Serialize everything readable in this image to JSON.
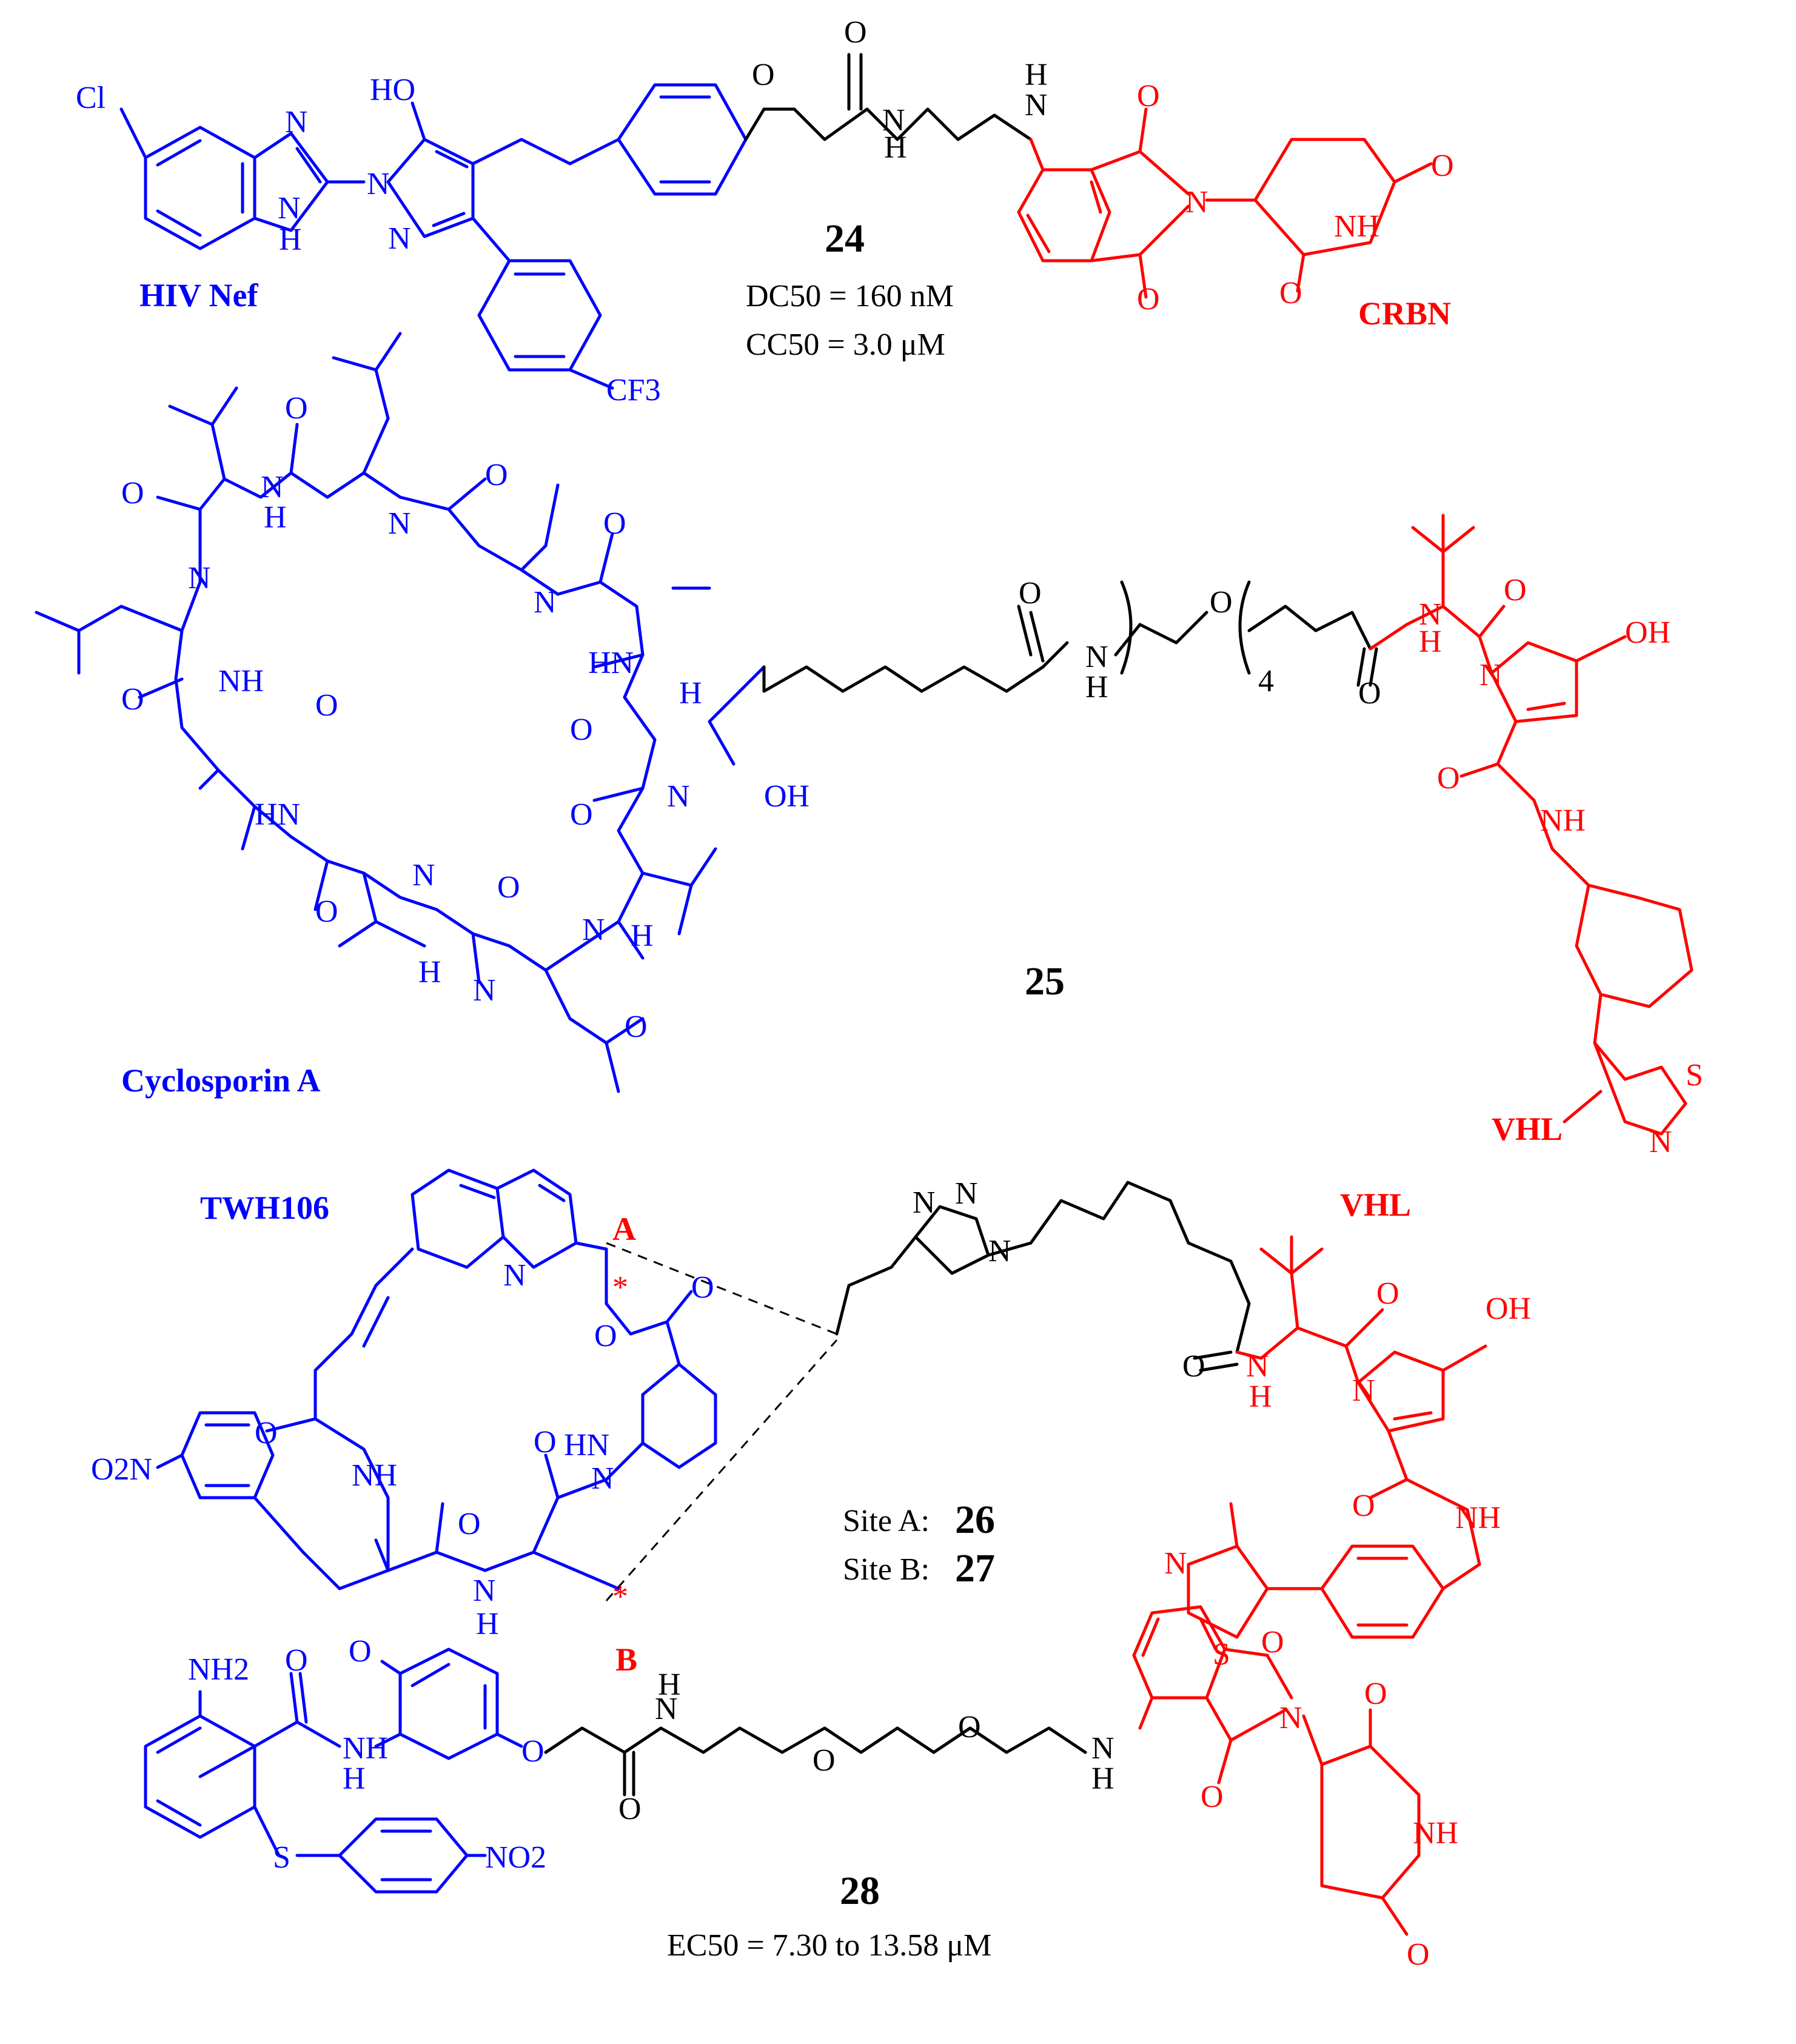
{
  "colors": {
    "target_ligand": "#0000ff",
    "e3_ligand": "#ff0000",
    "linker": "#000000"
  },
  "compound_24": {
    "id": "24",
    "target_label": "HIV Nef",
    "e3_label": "CRBN",
    "dc50": "DC50 = 160 nM",
    "cc50": "CC50 = 3.0 μM",
    "atoms": {
      "cl": "Cl",
      "ho": "HO",
      "n": "N",
      "nh": "NH",
      "h": "H",
      "o": "O",
      "cf3": "CF3"
    }
  },
  "compound_25": {
    "id": "25",
    "target_label": "Cyclosporin A",
    "e3_label": "VHL",
    "repeat": "4",
    "atoms": {
      "o": "O",
      "n": "N",
      "nh": "NH",
      "hn": "HN",
      "h": "H",
      "oh": "OH",
      "s": "S"
    }
  },
  "compound_26_27": {
    "target_label": "TWH106",
    "e3_label": "VHL",
    "site_a_label": "A",
    "site_b_label": "B",
    "asterisk": "*",
    "site_a": "Site A:",
    "site_a_id": "26",
    "site_b": "Site B:",
    "site_b_id": "27",
    "atoms": {
      "o2n": "O2N",
      "n": "N",
      "nh": "NH",
      "hn": "HN",
      "h": "H",
      "o": "O",
      "oh": "OH",
      "s": "S"
    }
  },
  "compound_28": {
    "id": "28",
    "ec50": "EC50 = 7.30 to 13.58 μM",
    "atoms": {
      "nh2": "NH2",
      "no2": "NO2",
      "s": "S",
      "o": "O",
      "n": "N",
      "nh": "NH",
      "h": "H"
    }
  }
}
